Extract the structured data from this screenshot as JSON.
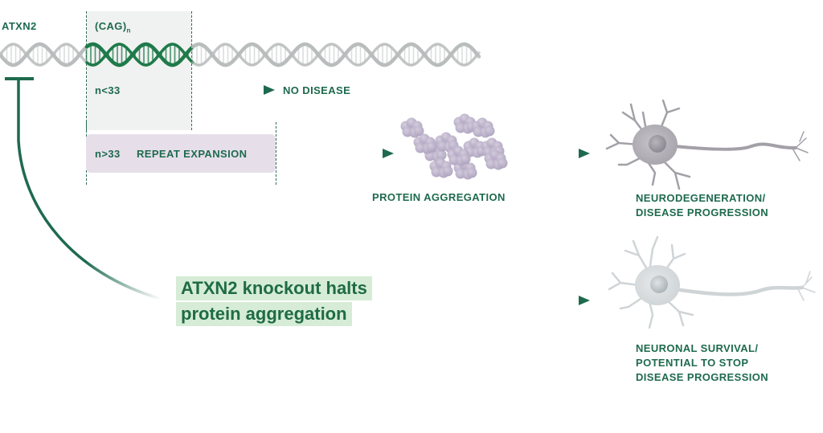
{
  "gene": {
    "name": "ATXN2",
    "repeat_label": "(CAG)",
    "repeat_subscript": "n"
  },
  "pathways": {
    "normal": {
      "condition": "n<33",
      "outcome": "NO DISEASE"
    },
    "expanded": {
      "condition": "n>33",
      "label": "REPEAT EXPANSION",
      "step1": "PROTEIN AGGREGATION",
      "step2_line1": "NEURODEGENERATION/",
      "step2_line2": "DISEASE PROGRESSION"
    },
    "intervention": {
      "line1": "ATXN2 knockout halts",
      "line2": "protein aggregation",
      "outcome_line1": "NEURONAL SURVIVAL/",
      "outcome_line2": "POTENTIAL TO STOP",
      "outcome_line3": "DISEASE PROGRESSION"
    }
  },
  "colors": {
    "primary_green": "#1e6a4e",
    "dna_gray": "#b9bcbd",
    "dna_green": "#1f7a4a",
    "aggregate_purple": "#b9aec8",
    "neuron_diseased": "#a9a6ad",
    "neuron_healthy": "#d3d7da",
    "highlight_bg": "#d6ecd6"
  }
}
